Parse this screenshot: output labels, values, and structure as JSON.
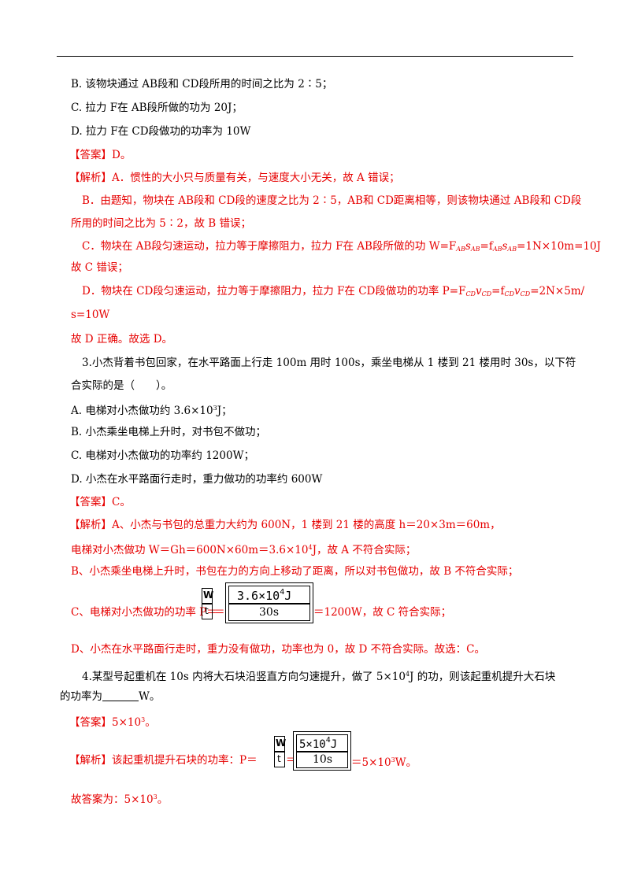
{
  "q2": {
    "B": "B.  该物块通过 AB段和 CD段所用的时间之比为 2∶5；",
    "C": "C.  拉力 F在 AB段所做的功为 20J；",
    "D": "D.  拉力 F在 CD段做功的功率为 10W",
    "answer_tag": "【答案】",
    "answer": "D。",
    "analysis_tag": "【解析】",
    "a1": "A．惯性的大小只与质量有关，与速度大小无关，故 A 错误；",
    "b1": "B．由题知，物块在 AB段和 CD段的速度之比为 2∶5，AB和 CD距离相等，则该物块通过 AB段和 CD段",
    "b2": "所用的时间之比为 5∶2，故 B 错误；",
    "c1_pre": "C．物块在 AB段匀速运动，拉力等于摩擦阻力，拉力 F在 AB段所做的功 W=F",
    "c1_mid": "AB",
    "c1_s": "s",
    "c1_sub2": "AB",
    "c1_eq": "=f",
    "c1_sub3": "AB",
    "c1_s2": "s",
    "c1_sub4": "AB",
    "c1_post": "=1N×10m=10J",
    "c2": "故 C 错误；",
    "d1_pre": "D．物块在 CD段匀速运动，拉力等于摩擦阻力，拉力 F在 CD段做功的功率 P=F",
    "d1_sub1": "CD",
    "d1_v": "v",
    "d1_sub2": "CD",
    "d1_eq": "=f",
    "d1_sub3": "CD",
    "d1_v2": "v",
    "d1_sub4": "CD",
    "d1_post": "=2N×5m/",
    "d2": "s=10W",
    "d3": "故 D 正确。故选 D。"
  },
  "q3": {
    "stem1": "3.小杰背着书包回家，在水平路面上行走 100m 用时 100s，乘坐电梯从 1 楼到 21 楼用时 30s，以下符",
    "stem2": "合实际的是（　　）。",
    "A_pre": "A.  电梯对小杰做功约 3.6×10",
    "A_sup": "3",
    "A_post": "J；",
    "B": "B.  小杰乘坐电梯上升时，对书包不做功；",
    "C": "C.  电梯对小杰做功的功率约 1200W；",
    "D": "D.  小杰在水平路面行走时，重力做功的功率约 600W",
    "answer_tag": "【答案】",
    "answer": "C。",
    "analysis_tag": "【解析】",
    "a1": "A、小杰与书包的总重力大约为 600N，1 楼到 21 楼的高度 h＝20×3m＝60m，",
    "a2_pre": "电梯对小杰做功 W＝Gh＝600N×60m＝3.6×10",
    "a2_sup": "4",
    "a2_post": "J，故 A 不符合实际；",
    "b1": "B、小杰乘坐电梯上升时，书包在力的方向上移动了距离，所以对书包做功，故 B 不符合实际；",
    "c_pre": "C、电梯对小杰做功的功率 P＝",
    "c_frac_num": "W",
    "c_frac_den": "t",
    "c_eq": "＝",
    "c_num_pre": "3.6×10",
    "c_num_sup": "4",
    "c_num_post": "J",
    "c_den": "30s",
    "c_post": "＝1200W，故 C 符合实际；",
    "d1": "D、小杰在水平路面行走时，重力没有做功，功率也为 0，故 D 不符合实际。故选：C。"
  },
  "q4": {
    "stem1_pre": "4.某型号起重机在 10s 内将大石块沿竖直方向匀速提升，做了 5×10",
    "stem1_sup": "4",
    "stem1_post": "J 的功，则该起重机提升大石块",
    "stem2_pre": "的功率为",
    "stem2_post": "W。",
    "answer_tag": "【答案】",
    "answer_pre": "5×10",
    "answer_sup": "3",
    "answer_post": "。",
    "analysis_tag": "【解析】",
    "a_pre": "该起重机提升石块的功率：P＝",
    "frac_num": "W",
    "frac_den": "t",
    "eq": "＝",
    "num_pre": "5×10",
    "num_sup": "4",
    "num_post": "J",
    "den": "10s",
    "a_post_pre": "＝5×10",
    "a_post_sup": "3",
    "a_post_post": "W。",
    "final_pre": "故答案为：5×10",
    "final_sup": "3",
    "final_post": "。"
  }
}
